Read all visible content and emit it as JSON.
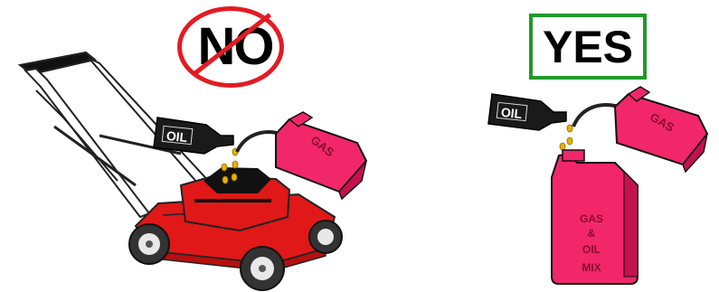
{
  "left": {
    "verdict": "NO",
    "oil_label": "OIL",
    "gas_label": "GAS"
  },
  "right": {
    "verdict": "YES",
    "oil_label": "OIL",
    "gas_label": "GAS",
    "mix_label_lines": [
      "GAS",
      "&",
      "OIL",
      "MIX"
    ]
  },
  "colors": {
    "no_red": "#e31b23",
    "yes_green": "#1f9a2a",
    "can_pink": "#f2276b",
    "mower_red": "#e01818"
  }
}
